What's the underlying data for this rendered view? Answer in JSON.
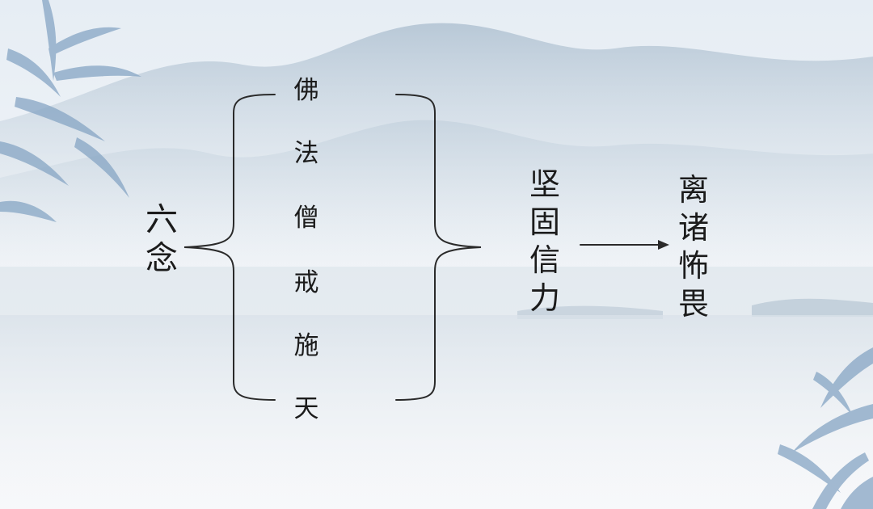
{
  "diagram": {
    "root": [
      "六",
      "念"
    ],
    "items": [
      {
        "label": "佛"
      },
      {
        "label": "法"
      },
      {
        "label": "僧"
      },
      {
        "label": "戒"
      },
      {
        "label": "施"
      },
      {
        "label": "天"
      }
    ],
    "result": [
      "坚",
      "固",
      "信",
      "力"
    ],
    "outcome": [
      "离",
      "诸",
      "怖",
      "畏"
    ]
  },
  "colors": {
    "text": "#1b1b1b",
    "bracket": "#2a2a2a",
    "mist": "#dfe7ee",
    "mountain": "#b9c8d6",
    "bamboo": "#7f9fbf"
  }
}
